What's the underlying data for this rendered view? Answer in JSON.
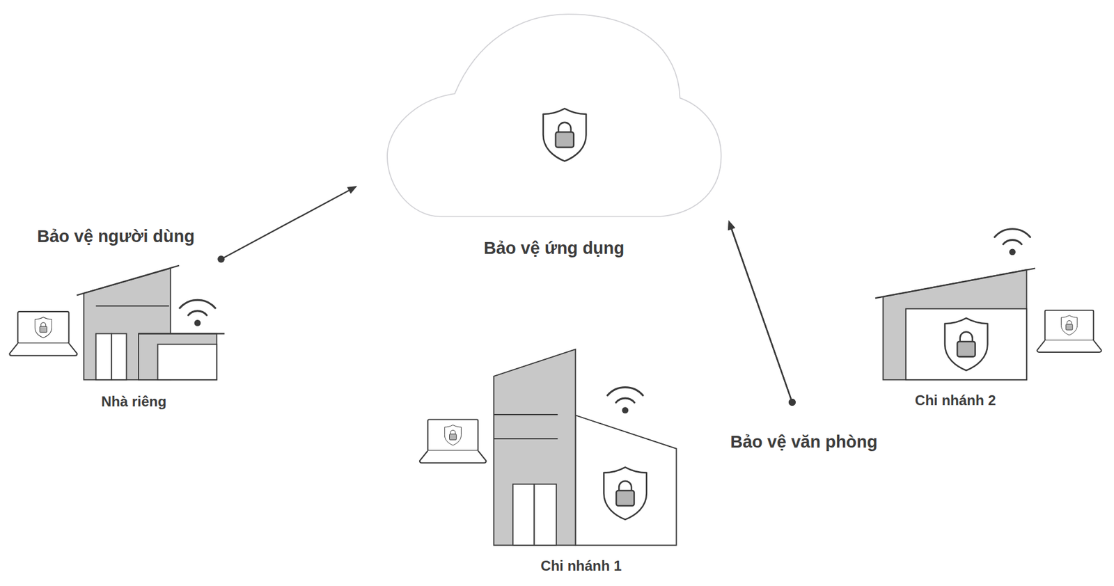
{
  "diagram": {
    "nodes": [
      {
        "text": [
          "Bảo vệ ứng dụng"
        ]
      },
      {
        "text": [
          "Nhà riêng"
        ]
      },
      {
        "text": [
          "Chi nhánh 1"
        ]
      },
      {
        "text": [
          "Chi nhánh 2"
        ]
      }
    ],
    "edges": [
      {
        "from": 1,
        "to": 0,
        "arrow": "to",
        "label": "Bảo vệ người dùng"
      },
      {
        "from": 2,
        "to": 0,
        "arrow": "to",
        "label": "Bảo vệ văn phòng"
      },
      {
        "from": 3,
        "to": 0,
        "arrow": "to"
      }
    ]
  }
}
